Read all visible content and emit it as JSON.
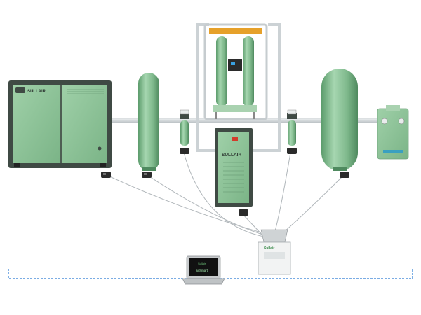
{
  "brand": {
    "compressor_logo": "SULLAIR",
    "dryer_logo": "SULLAIR",
    "monitor_label": "Sullair",
    "laptop_brand": "Sullair",
    "laptop_screen_text": "airSmart"
  },
  "colors": {
    "equipment_green": "#8cc49a",
    "equipment_dark": "#3f4a44",
    "pipe": "#d4d9dc",
    "network_line": "#2a7bd4",
    "dryer_red": "#d23b2b"
  }
}
